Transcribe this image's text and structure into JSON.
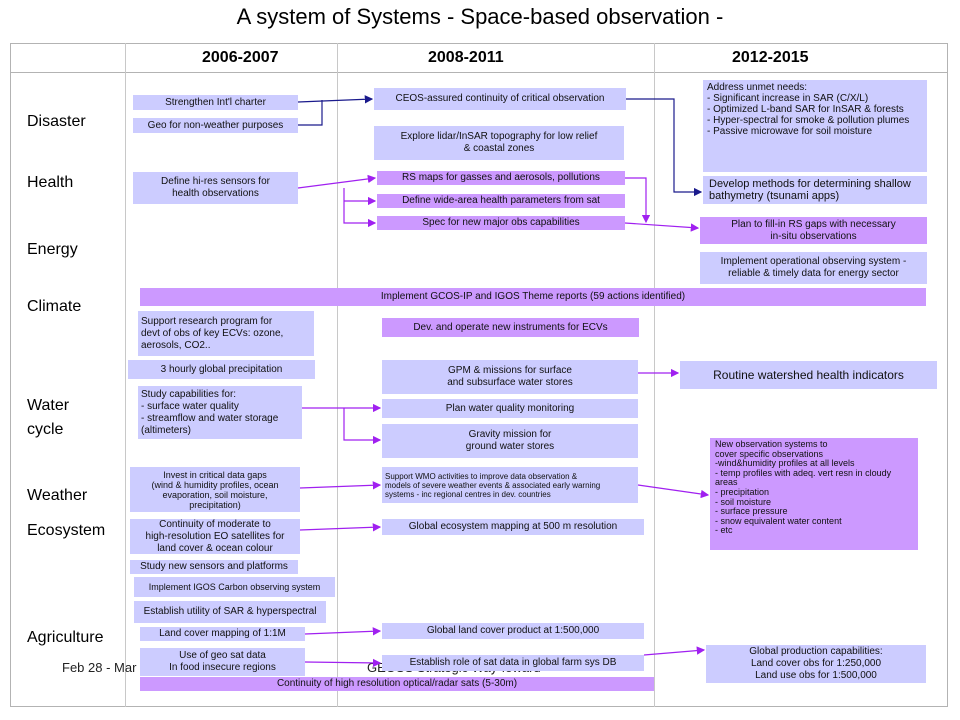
{
  "title": "A system of Systems  - Space-based observation -",
  "periods": [
    "2006-2007",
    "2008-2011",
    "2012-2015"
  ],
  "categories": {
    "disaster": "Disaster",
    "health": "Health",
    "energy": "Energy",
    "climate": "Climate",
    "water_line1": "Water",
    "water_line2": "cycle",
    "weather": "Weather",
    "ecosystem": "Ecosystem",
    "agriculture": "Agriculture"
  },
  "footer": {
    "left": "Feb 28 - Mar 2, 2007",
    "center": "GEOSS Strategic Way-foward"
  },
  "boxes": {
    "strengthen_charter": "Strengthen Int'l charter",
    "geo_non_weather": "Geo for non-weather purposes",
    "ceos_continuity": "CEOS-assured continuity of critical observation",
    "explore_lidar": "Explore lidar/InSAR topography for low relief\n& coastal zones",
    "address_unmet": "Address unmet needs:\n- Significant increase in SAR (C/X/L)\n- Optimized  L-band SAR for InSAR & forests\n- Hyper-spectral for smoke & pollution plumes\n- Passive microwave for soil moisture",
    "develop_methods": "Develop methods for determining shallow bathymetry (tsunami apps)",
    "define_hires": "Define hi-res sensors for\nhealth observations",
    "rs_maps": "RS maps for gasses and aerosols, pollutions",
    "define_wide_area": "Define wide-area health parameters from sat",
    "spec_new_obs": "Spec for new major obs capabilities",
    "plan_fill_gaps": "Plan to fill-in RS gaps with necessary\nin-situ observations",
    "implement_operational": "Implement operational observing system -\nreliable & timely data for energy sector",
    "implement_gcos": "Implement GCOS-IP and IGOS Theme reports (59 actions identified)",
    "support_research": "Support research program for\ndevt of obs of key ECVs: ozone,\naerosols, CO2..",
    "dev_operate": "Dev. and operate new instruments for ECVs",
    "hourly_precip": "3 hourly global precipitation",
    "gpm_missions": "GPM & missions  for surface\nand subsurface water stores",
    "routine_watershed": "Routine watershed health indicators",
    "study_capabilities": "Study capabilities  for:\n- surface water quality\n- streamflow and water storage\n  (altimeters)",
    "plan_water_quality": "Plan water quality monitoring",
    "gravity_mission": "Gravity mission  for\nground water stores",
    "new_obs_systems": "New observation systems to\ncover specific observations\n-wind&humidity profiles at all levels\n- temp profiles with adeq. vert resn in cloudy areas\n- precipitation\n- soil moisture\n- surface pressure\n- snow equivalent water content\n- etc",
    "invest_gaps": "Invest in critical data gaps\n(wind & humidity profiles, ocean\nevaporation, soil moisture,\nprecipitation)",
    "support_wmo": "Support WMO activities to improve data observation &\nmodels of severe weather events & associated early warning\nsystems - inc regional centres in dev. countries",
    "continuity_moderate": "Continuity of moderate to\nhigh-resolution EO satellites for\nland cover & ocean colour",
    "global_ecosystem": "Global ecosystem  mapping at 500 m resolution",
    "study_new_sensors": "Study new sensors and platforms",
    "implement_igos_carbon": "Implement IGOS Carbon observing system",
    "establish_sar": "Establish utility of SAR & hyperspectral",
    "land_cover_1m": "Land cover mapping of 1:1M",
    "global_land_cover": "Global land cover product at 1:500,000",
    "use_geo_sat": "Use of geo sat data\nIn food insecure regions",
    "establish_role": "Establish  role of sat data in global farm sys DB",
    "global_production": "Global production capabilities:\nLand cover obs for 1:250,000\nLand use obs for 1:500,000",
    "continuity_high_res": "Continuity of high resolution optical/radar sats (5-30m)"
  },
  "colors": {
    "light_box": "#ccccff",
    "violet_box": "#cc99ff",
    "arrow": "#a020f0",
    "arrow_blue": "#1a1a8c"
  }
}
